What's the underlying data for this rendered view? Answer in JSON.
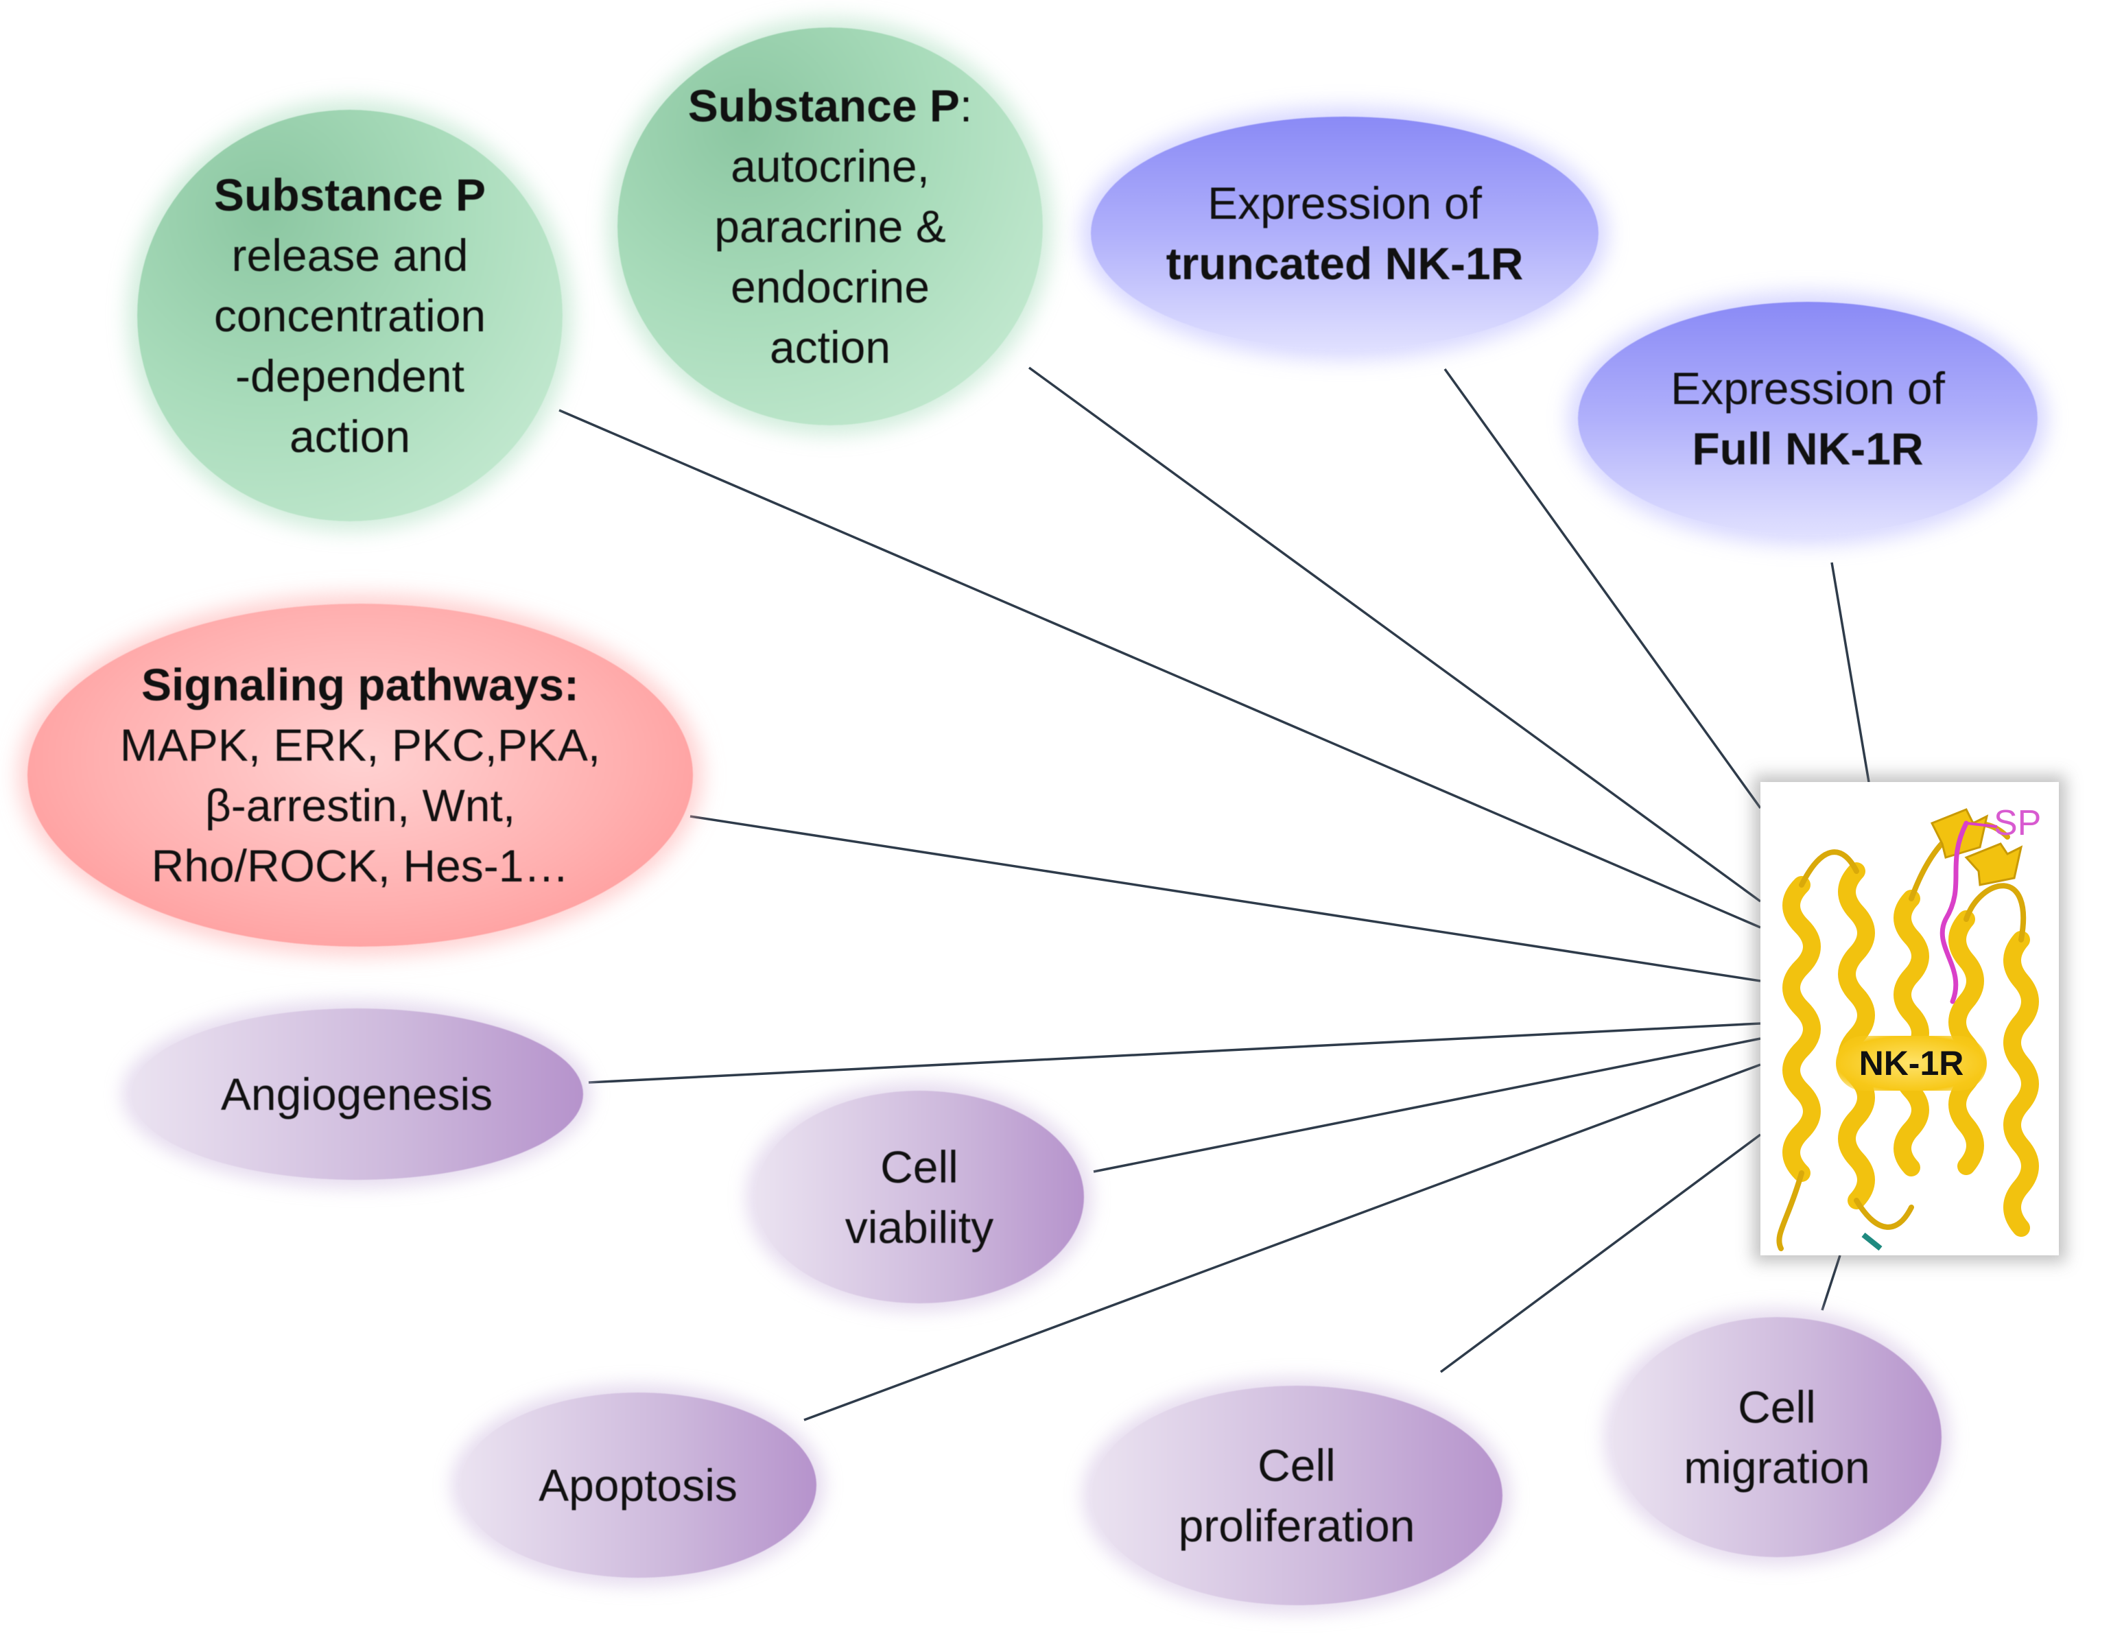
{
  "center": {
    "label": "NK-1R",
    "ligand_label": "SP"
  },
  "nodes": {
    "sp_release": {
      "bold_line": "Substance P",
      "lines": [
        "release and",
        "concentration",
        "-dependent",
        "action"
      ]
    },
    "sp_action": {
      "bold_part": "Substance P",
      "rest_part": ":",
      "lines": [
        "autocrine,",
        "paracrine &",
        "endocrine",
        "action"
      ]
    },
    "truncated": {
      "line1": "Expression of",
      "bold_line": "truncated NK-1R"
    },
    "full": {
      "line1": "Expression of",
      "bold_line": "Full NK-1R"
    },
    "signaling": {
      "bold_line": "Signaling pathways:",
      "lines": [
        "MAPK, ERK, PKC,PKA,",
        "β-arrestin, Wnt,",
        "Rho/ROCK, Hes-1…"
      ]
    },
    "angiogenesis": {
      "label": "Angiogenesis"
    },
    "viability": {
      "lines": [
        "Cell",
        "viability"
      ]
    },
    "apoptosis": {
      "label": "Apoptosis"
    },
    "proliferation": {
      "lines": [
        "Cell",
        "proliferation"
      ]
    },
    "migration": {
      "lines": [
        "Cell",
        "migration"
      ]
    }
  },
  "colors": {
    "substance_p_nodes": "#a9dcbb",
    "expression_nodes": "#a6a6fa",
    "signaling_node": "#ffa8a8",
    "outcome_nodes": "#c6acd9",
    "receptor": "#f2c20f",
    "ligand": "#d940c8",
    "connector": "#2e3b4a"
  }
}
